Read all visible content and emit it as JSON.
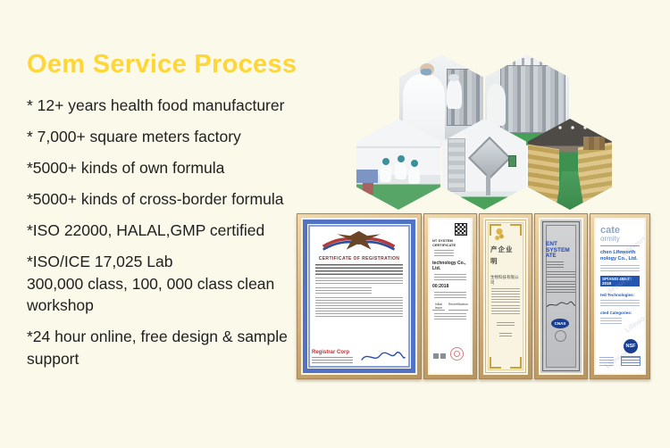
{
  "background_color": "#FBF9EA",
  "title": {
    "text": "Oem Service Process",
    "color": "#FFD637"
  },
  "bullets": [
    "* 12+ years health food manufacturer",
    "* 7,000+ square meters factory",
    "*5000+ kinds of own formula",
    "*5000+ kinds of cross-border formula",
    "*ISO 22000, HALAL,GMP certified",
    "*ISO/ICE 17,025 Lab\n300,000 class, 100, 000 class clean\nworkshop",
    "*24 hour online, free design & sample\nsupport"
  ],
  "photos": [
    {
      "description": "Workers in white cleanroom suits and blue masks operating filling equipment"
    },
    {
      "description": "Stainless steel sachet packaging machines on green factory floor"
    },
    {
      "description": "Staff in hairnets packing products at workshop tables"
    },
    {
      "description": "Square-cone rotary blender mixer in clean room"
    },
    {
      "description": "Warehouse aisle stacked with raw material bags"
    }
  ],
  "certificates": [
    {
      "name": "fda-registration",
      "title": "CERTIFICATE OF REGISTRATION",
      "issuer": "Registrar Corp"
    },
    {
      "name": "management-system-certificate",
      "header": "NT SYSTEM CERTIFICATE",
      "company": "technology Co., Ltd.",
      "standard": "00:2018",
      "columns": [
        "Initial Issue",
        "Recertification"
      ]
    },
    {
      "name": "china-manufacturer-certificate",
      "heading_top": "产企业",
      "heading_bottom": "明",
      "company": "生物科技有限公司"
    },
    {
      "name": "management-system-certificate-grey",
      "title_line1": "ENT SYSTEM",
      "title_line2": "ATE",
      "logo": "CNAS"
    },
    {
      "name": "certificate-of-conformity",
      "title_line1": "cate",
      "title_line2": "ormity",
      "company_line1": "chen Lifeworth",
      "company_line2": "nology Co., Ltd.",
      "standard": "SP/ANSI 455-2 : 2018",
      "section1": "ted Technologies:",
      "section2": "cted Categories:",
      "logo": "NSF",
      "watermark": "Lifeworth"
    }
  ]
}
